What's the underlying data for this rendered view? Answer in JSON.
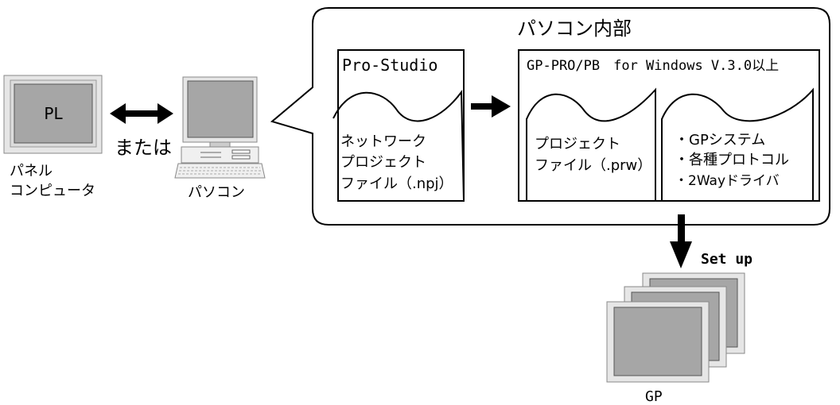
{
  "panel_computer": {
    "screen_label": "PL",
    "caption_line1": "パネル",
    "caption_line2": "コンピュータ"
  },
  "connector_label": "または",
  "pc": {
    "caption": "パソコン"
  },
  "pc_internal": {
    "title": "パソコン内部",
    "pro_studio": {
      "title": "Pro-Studio",
      "file_lines": [
        "ネットワーク",
        "プロジェクト",
        "ファイル（.npj）"
      ]
    },
    "gp_pro": {
      "title": "GP-PRO/PB　for Windows V.3.0以上",
      "project_file_lines": [
        "プロジェクト",
        "ファイル（.prw）"
      ],
      "system_items": [
        "・GPシステム",
        "・各種プロトコル",
        "・2Wayドライバ"
      ]
    }
  },
  "setup_label": "Set up",
  "gp": {
    "caption": "GP"
  },
  "colors": {
    "screen_gray": "#a6a6a6",
    "bezel_gray": "#e6e6e6",
    "line": "#000000"
  }
}
